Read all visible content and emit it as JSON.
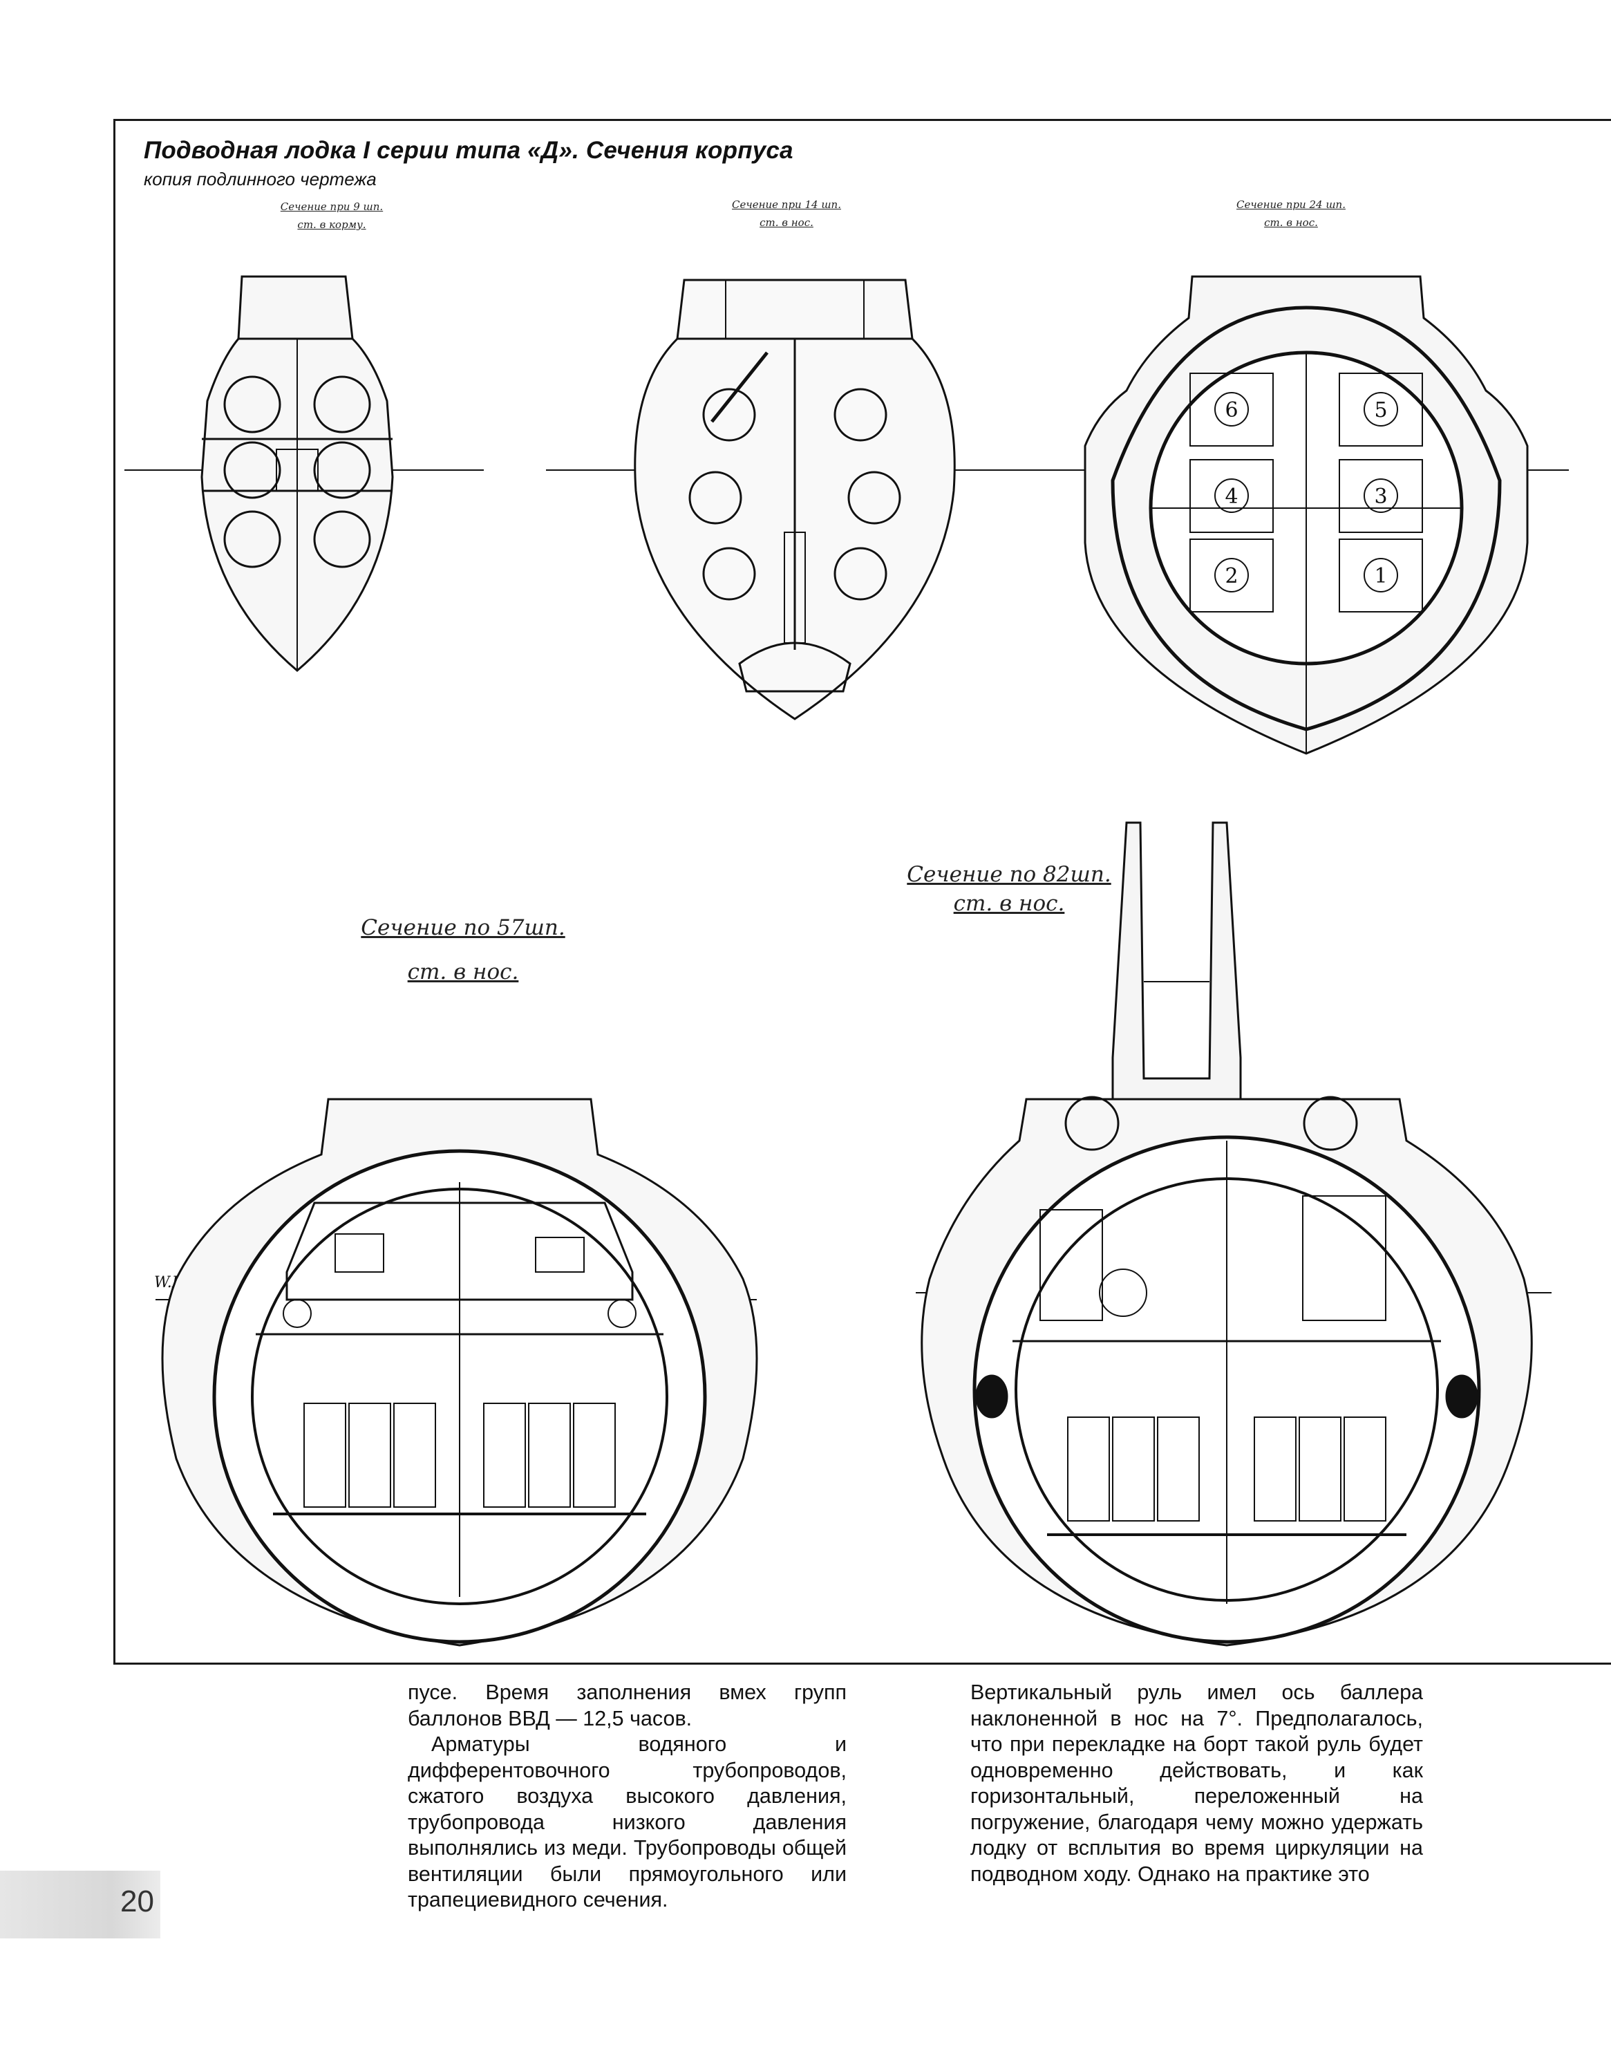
{
  "figure": {
    "title": "Подводная лодка I серии типа «Д». Сечения корпуса",
    "subtitle": "копия подлинного чертежа",
    "sections": [
      {
        "line1": "Сечение при 9 шп.",
        "line2": "ст. в корму."
      },
      {
        "line1": "Сечение при 14 шп.",
        "line2": "ст. в нос."
      },
      {
        "line1": "Сечение при 24 шп.",
        "line2": "ст. в нос."
      },
      {
        "line1": "Сечение по 57шп.",
        "line2": "ст. в нос."
      },
      {
        "line1": "Сечение по 82шп.",
        "line2": "ст. в нос."
      }
    ],
    "waterline_label": "W.L.",
    "numbers": [
      "1",
      "2",
      "3",
      "4",
      "5",
      "6"
    ]
  },
  "text": {
    "left_p1": "пусе. Время заполнения вмех групп баллонов ВВД — 12,5 часов.",
    "left_p2": "Арматуры водяного и дифферентовочного трубопроводов, сжатого воздуха высокого давления, трубопровода низкого давления выполнялись из меди. Трубопроводы общей вентиляции были прямоугольного или трапециевидного сечения.",
    "right_p1": "Вертикальный руль имел ось баллера наклоненной в нос на 7°. Предполагалось, что при перекладке на борт такой руль будет одновременно действовать, и как горизонтальный, переложенный на погружение, благодаря чему можно удержать лодку от всплытия во время циркуляции на подводном ходу. Однако на практике это"
  },
  "page": {
    "number": "20"
  }
}
